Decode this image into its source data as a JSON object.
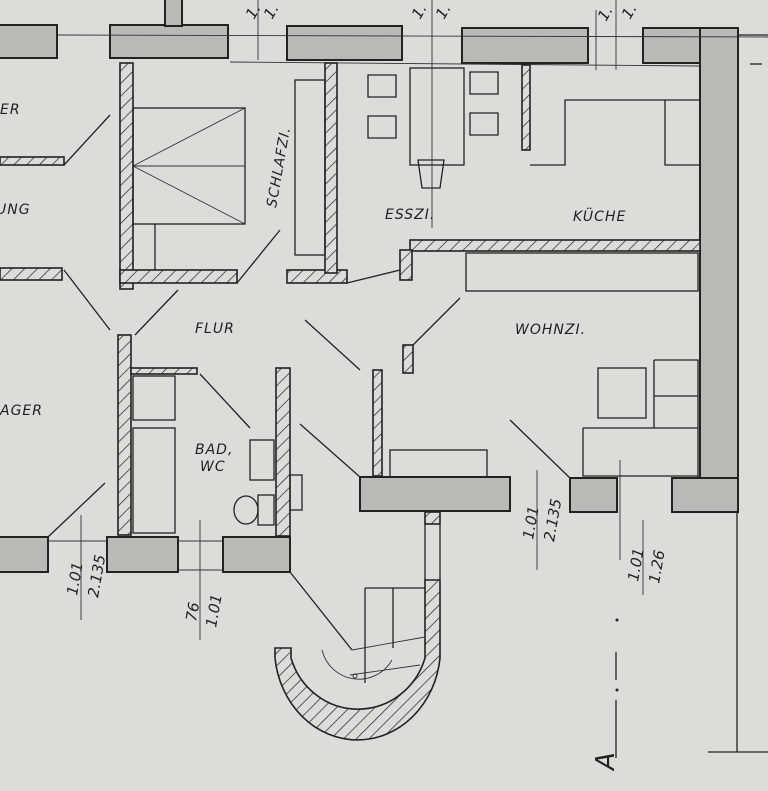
{
  "plan": {
    "rooms": {
      "partial_top_left": "ER",
      "partial_mid_left": "UNG",
      "bedroom": "SCHLAFZI.",
      "dining": "ESSZI.",
      "kitchen": "KÜCHE",
      "hall": "FLUR",
      "living": "WOHNZI.",
      "storage": "AGER",
      "bath_line1": "BAD,",
      "bath_line2": "WC"
    },
    "dimensions": [
      {
        "top": "1.01",
        "bottom": "2.135"
      },
      {
        "top": "76",
        "bottom": "1.01"
      },
      {
        "top": "1.01",
        "bottom": "2.135"
      },
      {
        "top": "1.01",
        "bottom": "1.26"
      }
    ],
    "top_dimensions": [
      "1.",
      "1.",
      "1.",
      "1.",
      "1.",
      "1."
    ],
    "section_marker": "A"
  }
}
